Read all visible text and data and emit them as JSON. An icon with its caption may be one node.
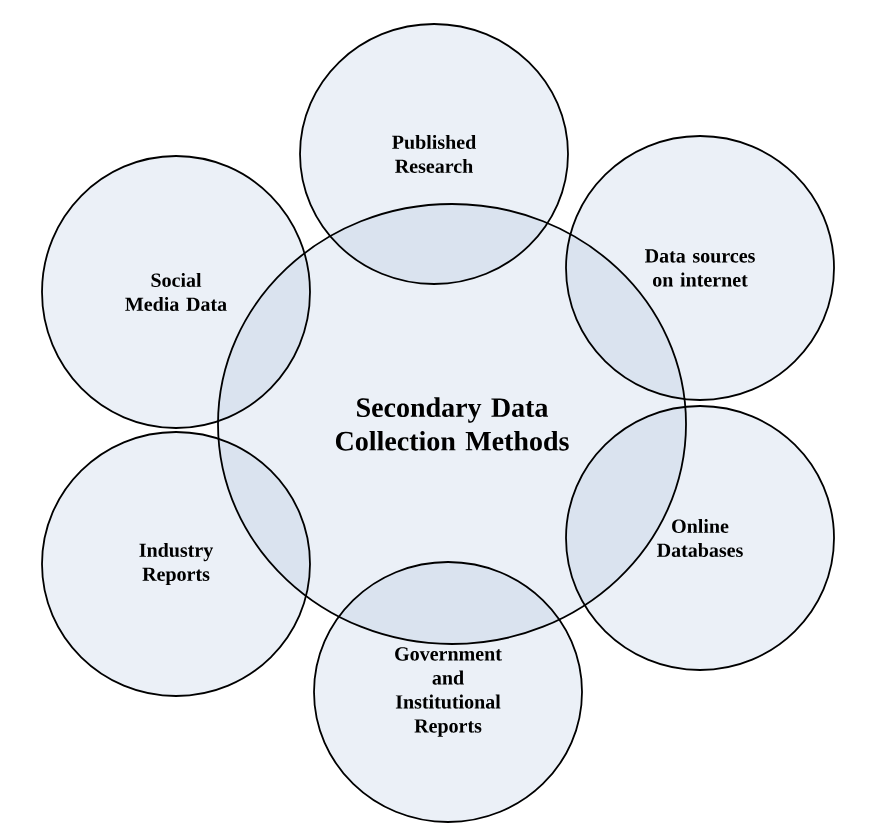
{
  "diagram": {
    "nodes": [
      {
        "text": [
          "Secondary Data Collection Methods"
        ]
      },
      {
        "text": [
          "Published Research"
        ]
      },
      {
        "text": [
          "Social Media Data"
        ]
      },
      {
        "text": [
          "Data sources on internet"
        ]
      },
      {
        "text": [
          "Industry Reports"
        ]
      },
      {
        "text": [
          "Online Databases"
        ]
      },
      {
        "text": [
          "Government and Institutional Reports"
        ]
      }
    ]
  }
}
